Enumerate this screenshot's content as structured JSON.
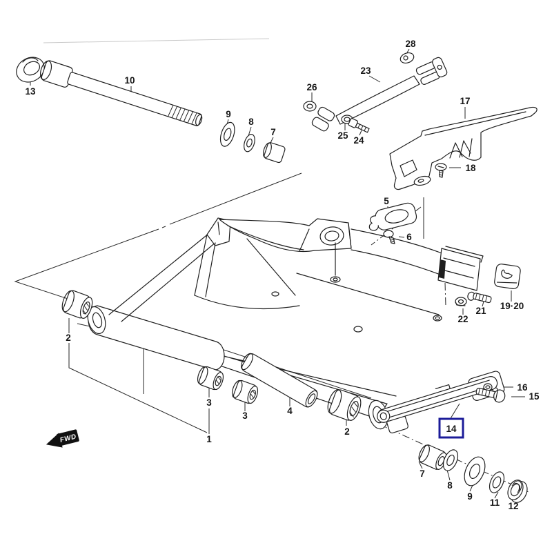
{
  "diagram": {
    "type": "exploded-parts-diagram",
    "subject": "Rear swingarm assembly",
    "background_color": "#ffffff",
    "line_color": "#1f1f1f",
    "highlight_color": "#1c1c99",
    "selected_part": "14",
    "fwd_label": "FWD"
  },
  "callouts": [
    {
      "label": "13"
    },
    {
      "label": "10"
    },
    {
      "label": "9"
    },
    {
      "label": "8"
    },
    {
      "label": "7"
    },
    {
      "label": "28"
    },
    {
      "label": "23"
    },
    {
      "label": "26"
    },
    {
      "label": "25"
    },
    {
      "label": "24"
    },
    {
      "label": "17"
    },
    {
      "label": "18"
    },
    {
      "label": "5"
    },
    {
      "label": "6"
    },
    {
      "label": "19·20"
    },
    {
      "label": "21"
    },
    {
      "label": "22"
    },
    {
      "label": "2"
    },
    {
      "label": "3"
    },
    {
      "label": "3"
    },
    {
      "label": "1"
    },
    {
      "label": "4"
    },
    {
      "label": "2"
    },
    {
      "label": "14"
    },
    {
      "label": "16"
    },
    {
      "label": "15"
    },
    {
      "label": "7"
    },
    {
      "label": "8"
    },
    {
      "label": "9"
    },
    {
      "label": "11"
    },
    {
      "label": "12"
    }
  ]
}
